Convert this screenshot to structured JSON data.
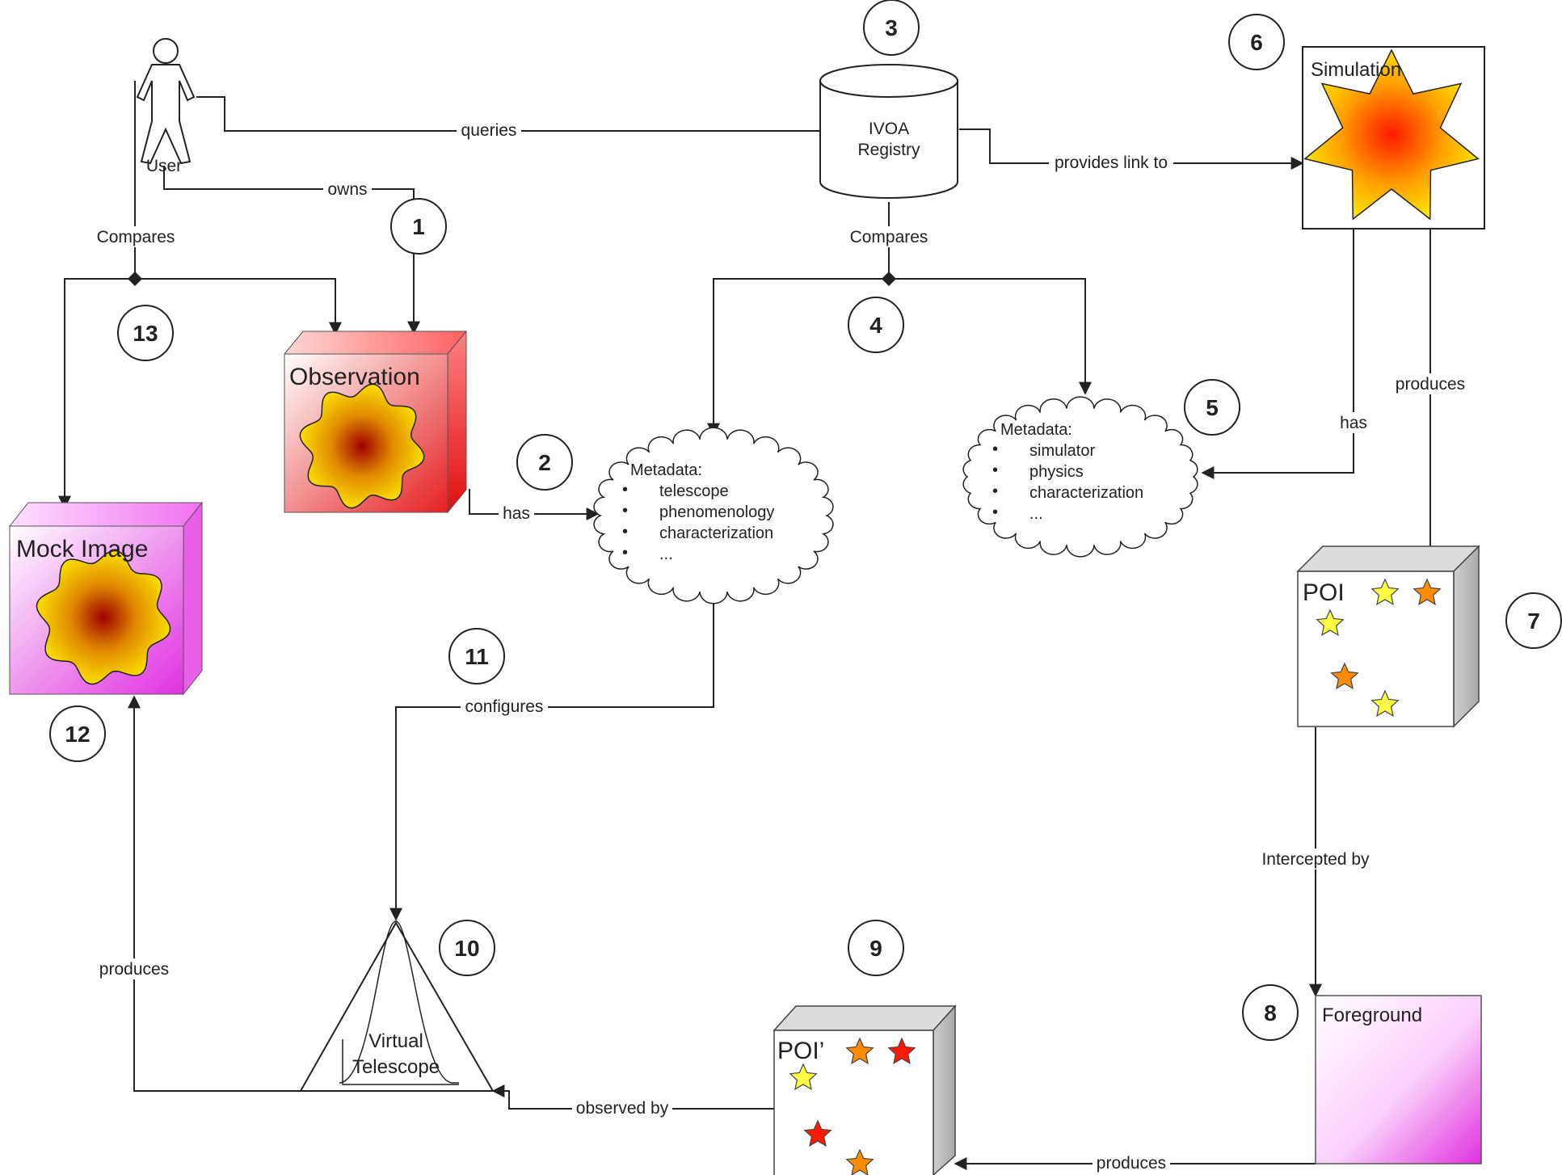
{
  "nodes": {
    "user": "User",
    "registry": [
      "IVOA",
      "Registry"
    ],
    "simulation": "Simulation",
    "observation": "Observation",
    "mock_image": "Mock Image",
    "poi": "POI",
    "poi_prime": "POI’",
    "foreground": "Foreground",
    "telescope": [
      "Virtual",
      "Telescope"
    ],
    "metadata_obs": {
      "title": "Metadata:",
      "items": [
        "telescope",
        "phenomenology",
        "characterization",
        "..."
      ]
    },
    "metadata_sim": {
      "title": "Metadata:",
      "items": [
        "simulator",
        "physics",
        "characterization",
        "..."
      ]
    }
  },
  "edges": {
    "queries": "queries",
    "owns": "owns",
    "compares_left": "Compares",
    "compares_right": "Compares",
    "provides_link_to": "provides link to",
    "has_obs": "has",
    "has_sim": "has",
    "produces_poi": "produces",
    "intercepted_by": "Intercepted by",
    "produces_fg": "produces",
    "observed_by": "observed by",
    "configures": "configures",
    "produces_mock": "produces"
  },
  "steps": [
    "1",
    "2",
    "3",
    "4",
    "5",
    "6",
    "7",
    "8",
    "9",
    "10",
    "11",
    "12",
    "13"
  ],
  "colors": {
    "line": "#222222",
    "observation_box": "#e53030",
    "mock_box": "#e040e0",
    "foreground_box": "#e040e0",
    "poi_side": "#bdbdbd",
    "blob_center": "#a00000",
    "blob_edge": "#ffee00",
    "star_yellow": "#ffff44",
    "star_orange": "#ff8c00",
    "star_red": "#ff1a00"
  }
}
